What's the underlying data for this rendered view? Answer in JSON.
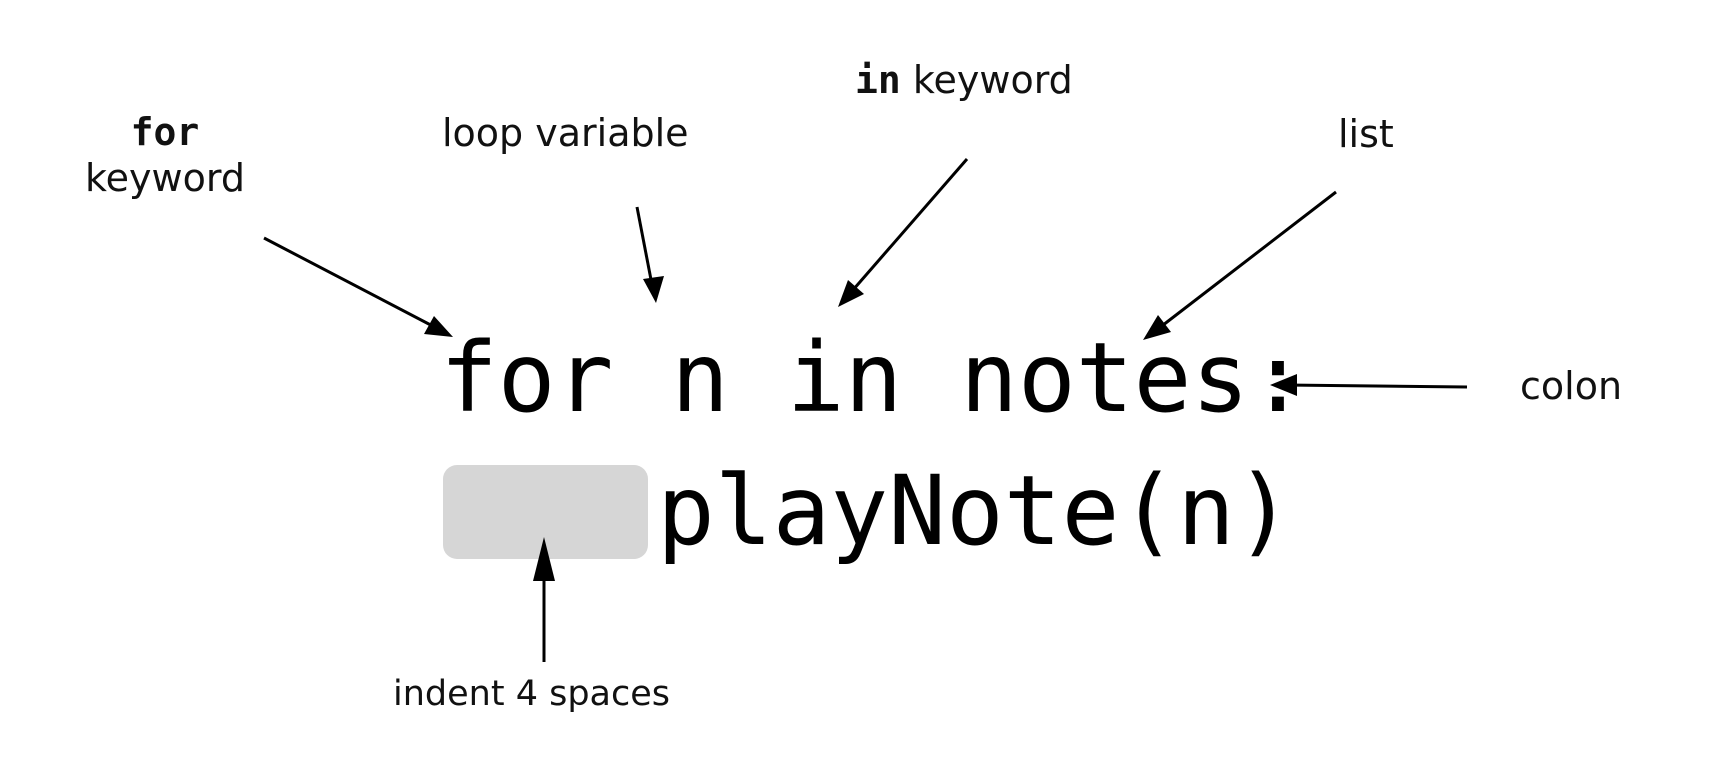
{
  "code": {
    "line1": "for n in notes:",
    "line2": "playNote(n)"
  },
  "labels": {
    "for_keyword": {
      "kw": "for",
      "text": "keyword"
    },
    "loop_variable": "loop variable",
    "in_keyword": {
      "kw": "in",
      "text": "keyword"
    },
    "list": "list",
    "colon": "colon",
    "indent": "indent 4 spaces"
  },
  "colors": {
    "text": "#111111",
    "indent_box": "#d6d6d6",
    "arrow": "#000000"
  }
}
